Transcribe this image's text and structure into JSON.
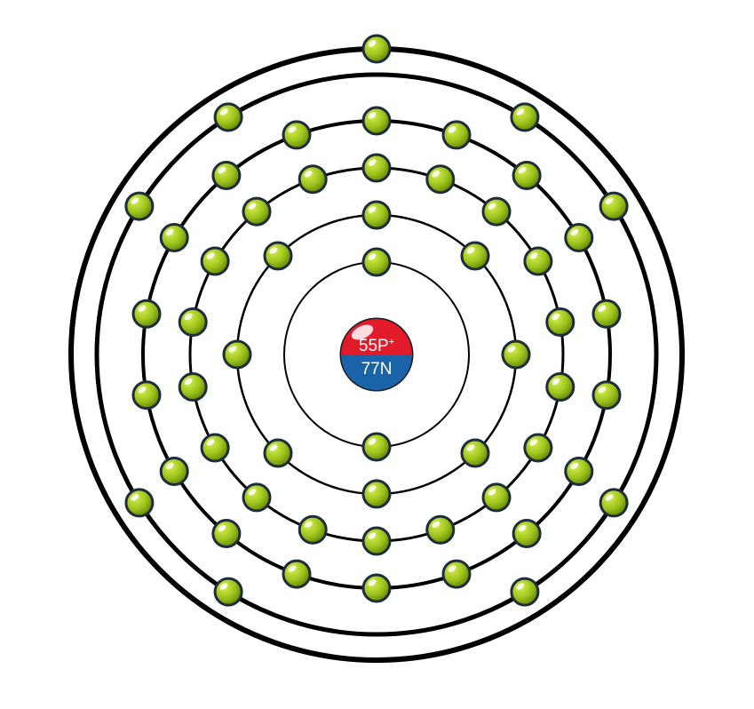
{
  "nucleus": {
    "protons_label": "55P",
    "protons_charge": "+",
    "neutrons_label": "77N",
    "proton_color": "#e21b2b",
    "neutron_color": "#1b63a8"
  },
  "electron_color": "#9ec41c",
  "shells": [
    {
      "name": "shell-1",
      "electrons": 2
    },
    {
      "name": "shell-2",
      "electrons": 8
    },
    {
      "name": "shell-3",
      "electrons": 18
    },
    {
      "name": "shell-4",
      "electrons": 18
    },
    {
      "name": "shell-5",
      "electrons": 8
    },
    {
      "name": "shell-6",
      "electrons": 1
    }
  ]
}
